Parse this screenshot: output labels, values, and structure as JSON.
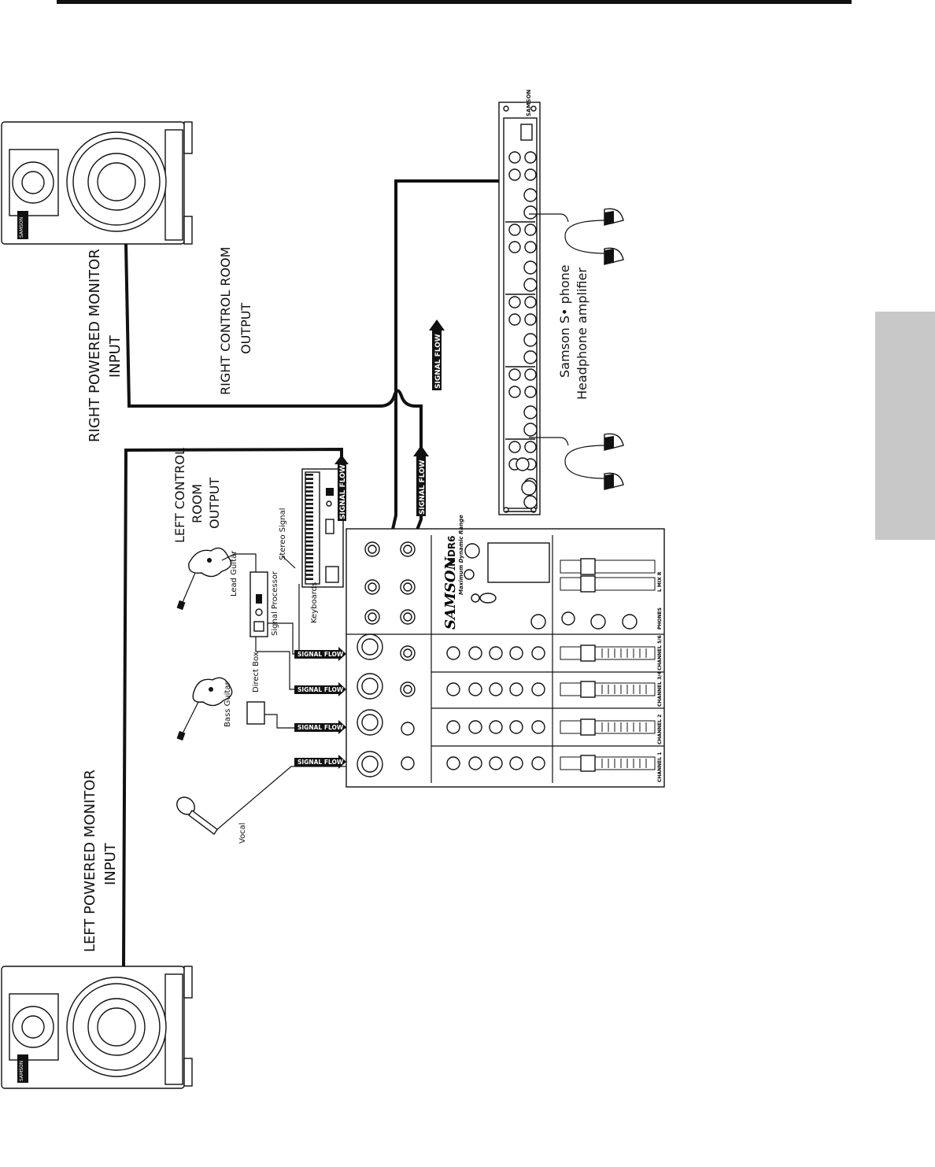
{
  "labels": {
    "right_monitor_line1": "RIGHT POWERED MONITOR",
    "right_monitor_line2": "INPUT",
    "right_control_line1": "RIGHT CONTROL ROOM",
    "right_control_line2": "OUTPUT",
    "left_control_line1": "LEFT CONTROL",
    "left_control_line2": "ROOM",
    "left_control_line3": "OUTPUT",
    "left_monitor_line1": "LEFT POWERED MONITOR",
    "left_monitor_line2": "INPUT",
    "headphone_amp_line1": "Samson S",
    "headphone_amp_line1_tail": "• phone",
    "headphone_amp_line2": "Headphone amplifier",
    "lead_guitar": "Lead Guitar",
    "signal_processor": "Signal Processor",
    "stereo_signal": "Stereo Signal",
    "keyboards": "Keyboards",
    "direct_box": "Direct Box",
    "bass_guitar": "Bass Guitar",
    "vocal": "Vocal",
    "signal_flow": "SIGNAL FLOW",
    "mixer_brand": "SAMSON",
    "mixer_model": "MDR6",
    "mixer_tagline": "Maximum Dynamic Range",
    "speaker_brand": "SAMSON",
    "amp_brand": "SAMSON"
  },
  "mixer_strips": [
    "CHANNEL 1",
    "CHANNEL 2",
    "CHANNEL 3/4",
    "CHANNEL 5/6",
    "PHONES",
    "L   MIX   R"
  ],
  "colors": {
    "line": "#111111",
    "side_tab": "#c8c8c8",
    "background": "#ffffff"
  }
}
